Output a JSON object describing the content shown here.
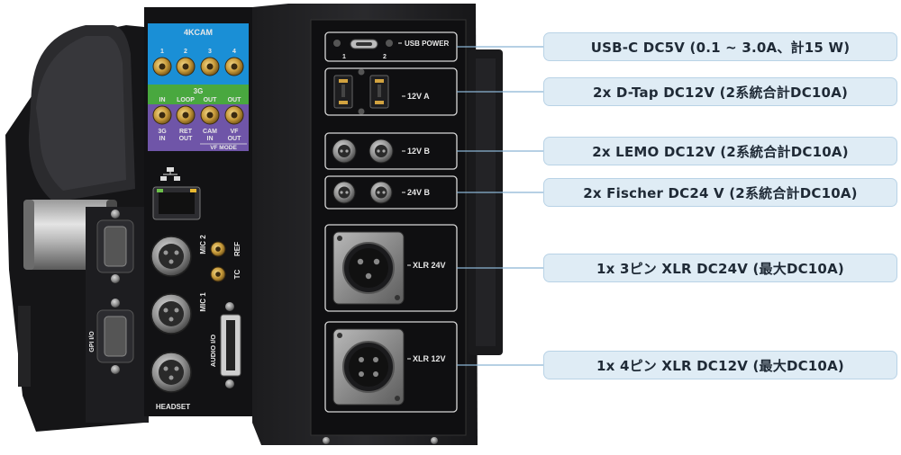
{
  "panel_labels": {
    "cam": "4KCAM",
    "cam_ports": [
      "1",
      "2",
      "3",
      "4"
    ],
    "sdi_3g": "3G",
    "sdi_top": [
      "IN",
      "LOOP",
      "OUT",
      "OUT"
    ],
    "sdi_bottom": [
      [
        "3G",
        "IN"
      ],
      [
        "RET",
        "OUT"
      ],
      [
        "CAM",
        "IN"
      ],
      [
        "VF",
        "OUT"
      ]
    ],
    "vf_mode": "VF MODE",
    "mic2": "MIC 2",
    "mic1": "MIC 1",
    "ref": "REF",
    "tc": "TC",
    "audio_io": "AUDIO I/O",
    "headset": "HEADSET",
    "gpi": "GPI I/O",
    "usb_power": "USB POWER",
    "usb_ports": [
      "1",
      "2"
    ],
    "v12a": "12V A",
    "v12b": "12V B",
    "v24b": "24V B",
    "xlr24": "XLR 24V",
    "xlr12": "XLR 12V"
  },
  "callouts": [
    "USB-C DC5V (0.1 ~ 3.0A、計15 W)",
    "2x D-Tap DC12V (2系統合計DC10A)",
    "2x LEMO DC12V (2系統合計DC10A)",
    "2x Fischer DC24 V (2系統合計DC10A)",
    "1x 3ピン XLR DC24V (最大DC10A)",
    "1x 4ピン XLR DC12V (最大DC10A)"
  ],
  "colors": {
    "callout_fill": "#dfecf5",
    "callout_border": "#b9d3e6",
    "leader_line": "#8ab4d4",
    "sdi_blue": "#1a8fd6",
    "sdi_green": "#49a83f",
    "sdi_purple": "#6f55a8"
  }
}
